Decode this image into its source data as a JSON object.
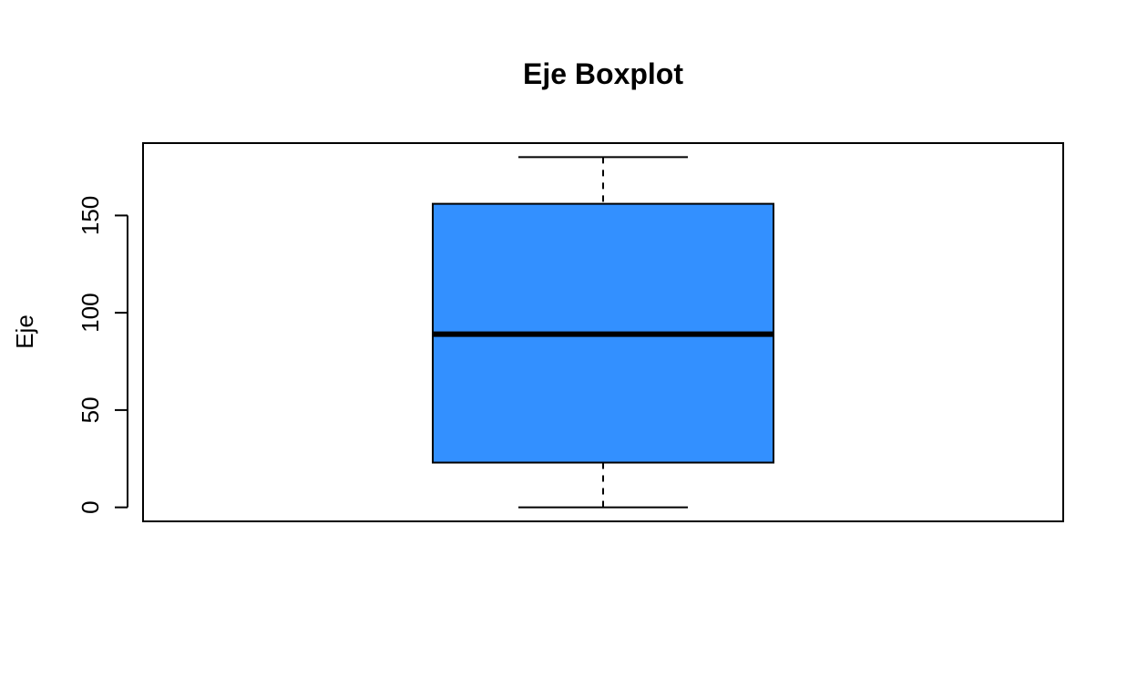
{
  "chart_data": {
    "type": "boxplot",
    "title": "Eje Boxplot",
    "xlabel": "",
    "ylabel": "Eje",
    "ylim": [
      -7.2,
      187.2
    ],
    "yticks": [
      0,
      50,
      100,
      150
    ],
    "ytick_labels": [
      "0",
      "50",
      "100",
      "150"
    ],
    "grid": false,
    "legend": "none",
    "box": {
      "min": 0,
      "q1": 23,
      "median": 89,
      "q3": 156,
      "max": 180
    },
    "colors": {
      "box_fill": "#3390FF",
      "stroke": "#000000"
    }
  }
}
